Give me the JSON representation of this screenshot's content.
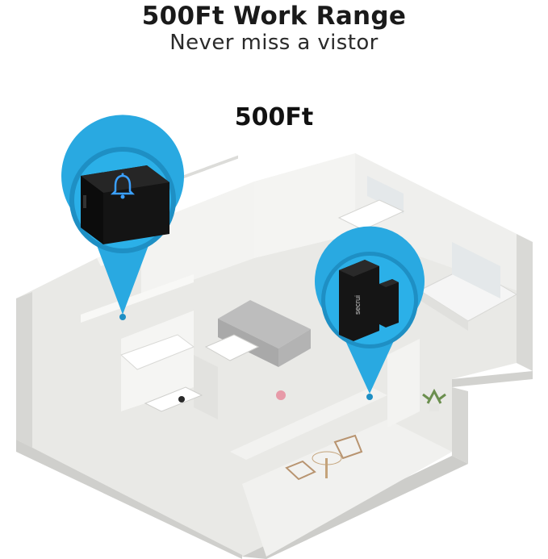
{
  "heading": {
    "title": "500Ft Work Range",
    "subtitle": "Never miss a vistor"
  },
  "range_label": "500Ft",
  "devices": {
    "receiver": {
      "icon": "bell-icon"
    },
    "sensor": {
      "brand_text": "secrui"
    }
  },
  "colors": {
    "pin_blue": "#29a9e1",
    "pin_blue_dark": "#1e8fc4",
    "device_black": "#141414",
    "bell_glow": "#3aa0ff",
    "floor": "#ececea",
    "wall": "#f7f7f5"
  }
}
